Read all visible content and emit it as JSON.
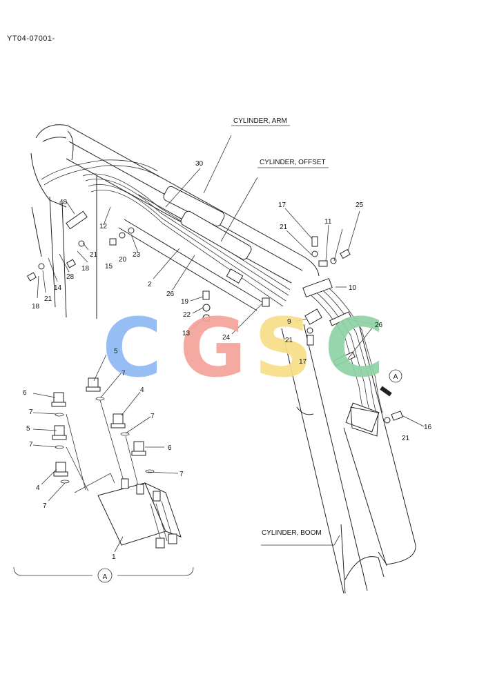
{
  "document": {
    "id": "YT04-07001-"
  },
  "captions": {
    "arm": "CYLINDER, ARM",
    "offset": "CYLINDER, OFFSET",
    "boom": "CYLINDER, BOOM"
  },
  "detail": {
    "marker": "A",
    "view_label": "A"
  },
  "watermark": {
    "letters": [
      "C",
      "G",
      "S",
      "C"
    ],
    "colors": [
      "#8fb8f5",
      "#f4a29a",
      "#f7df87",
      "#8fd2a7"
    ]
  },
  "callouts": [
    "48",
    "12",
    "28",
    "14",
    "21",
    "18",
    "21",
    "18",
    "15",
    "20",
    "23",
    "2",
    "26",
    "30",
    "19",
    "22",
    "13",
    "24",
    "17",
    "21",
    "11",
    "25",
    "10",
    "9",
    "21",
    "17",
    "26",
    "21",
    "16",
    "5",
    "7",
    "6",
    "7",
    "5",
    "7",
    "4",
    "7",
    "4",
    "7",
    "6",
    "7",
    "1"
  ]
}
